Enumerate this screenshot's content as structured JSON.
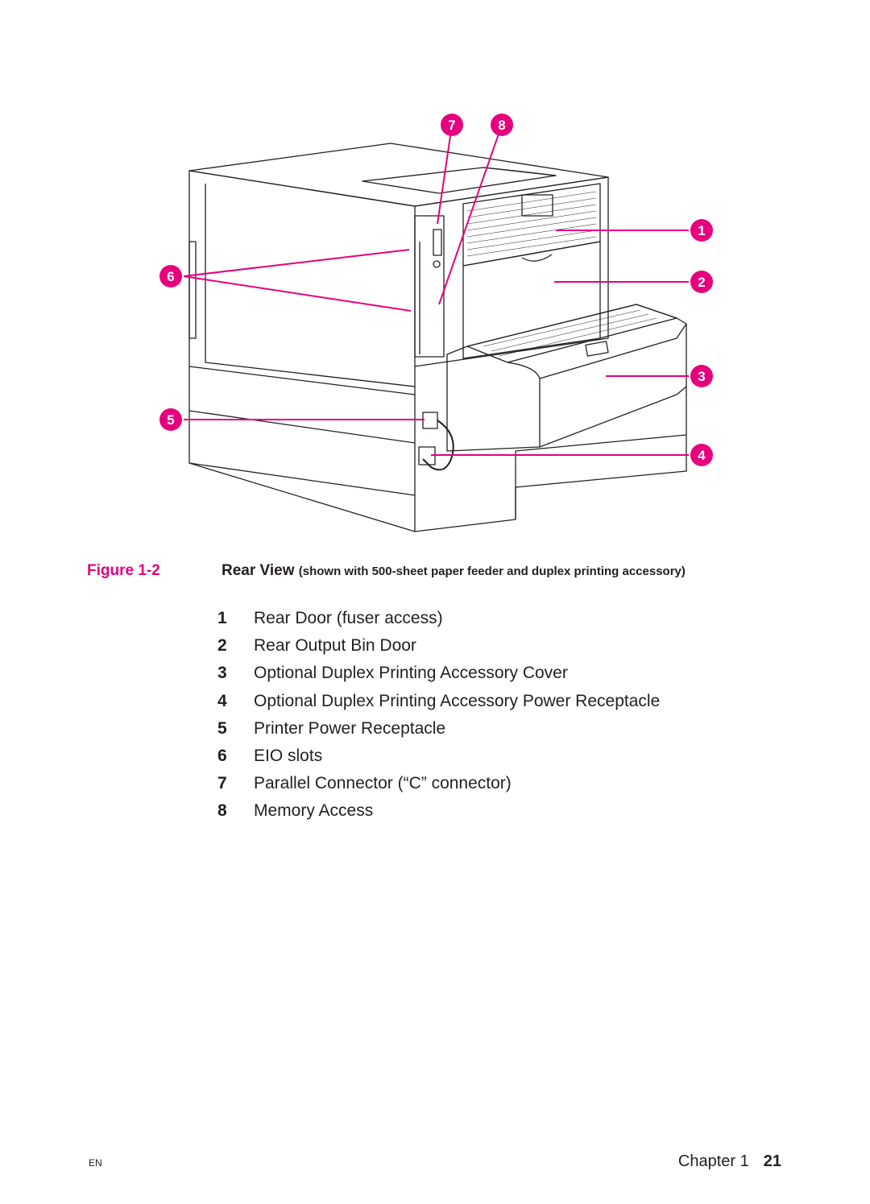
{
  "colors": {
    "accent": "#e6007e",
    "line_art": "#231f20"
  },
  "figure": {
    "label": "Figure 1-2",
    "title": "Rear View",
    "subtitle": "(shown with 500-sheet paper feeder and duplex printing accessory)",
    "callouts": [
      "1",
      "2",
      "3",
      "4",
      "5",
      "6",
      "7",
      "8"
    ]
  },
  "legend": [
    {
      "num": "1",
      "text": "Rear Door (fuser access)"
    },
    {
      "num": "2",
      "text": "Rear Output Bin Door"
    },
    {
      "num": "3",
      "text": "Optional Duplex Printing Accessory Cover"
    },
    {
      "num": "4",
      "text": "Optional Duplex Printing Accessory Power Receptacle"
    },
    {
      "num": "5",
      "text": "Printer Power Receptacle"
    },
    {
      "num": "6",
      "text": "EIO slots"
    },
    {
      "num": "7",
      "text": "Parallel Connector (“C” connector)"
    },
    {
      "num": "8",
      "text": "Memory Access"
    }
  ],
  "footer": {
    "left": "EN",
    "chapter": "Chapter 1",
    "page": "21"
  }
}
